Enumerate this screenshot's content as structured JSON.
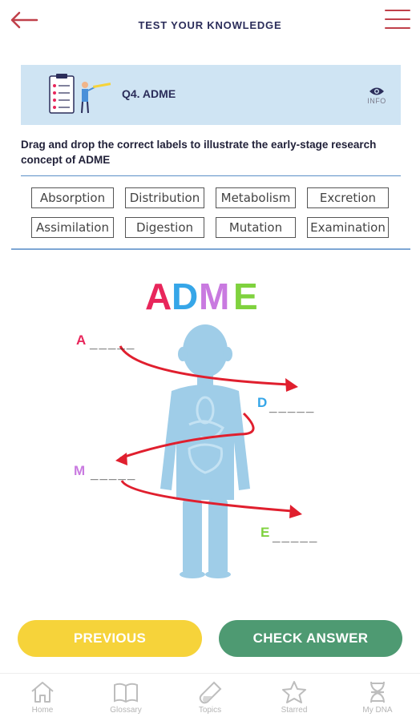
{
  "header": {
    "title": "TEST YOUR KNOWLEDGE",
    "back_icon": "arrow-left-icon",
    "menu_icon": "hamburger-icon",
    "accent": "#c0404a"
  },
  "question": {
    "title": "Q4. ADME",
    "info_label": "INFO",
    "prompt": "Drag and drop the correct labels to illustrate the early-stage research concept of ADME"
  },
  "labels": [
    "Absorption",
    "Distribution",
    "Metabolism",
    "Excretion",
    "Assimilation",
    "Digestion",
    "Mutation",
    "Examination"
  ],
  "diagram": {
    "heading_letters": [
      {
        "ch": "A",
        "color": "#e8265b"
      },
      {
        "ch": "D",
        "color": "#36a6e8"
      },
      {
        "ch": "M",
        "color": "#c97ae0"
      },
      {
        "ch": "E",
        "color": "#7fd23e"
      }
    ],
    "slots": [
      {
        "letter": "A",
        "blank": "_____",
        "color": "#e8265b"
      },
      {
        "letter": "D",
        "blank": "_____",
        "color": "#36a6e8"
      },
      {
        "letter": "M",
        "blank": "_____",
        "color": "#c97ae0"
      },
      {
        "letter": "E",
        "blank": "_____",
        "color": "#7fd23e"
      }
    ]
  },
  "buttons": {
    "previous": "PREVIOUS",
    "check": "CHECK ANSWER"
  },
  "nav": [
    {
      "label": "Home",
      "icon": "home-icon"
    },
    {
      "label": "Glossary",
      "icon": "book-icon"
    },
    {
      "label": "Topics",
      "icon": "test-tube-icon"
    },
    {
      "label": "Starred",
      "icon": "star-icon"
    },
    {
      "label": "My DNA",
      "icon": "dna-icon"
    }
  ]
}
